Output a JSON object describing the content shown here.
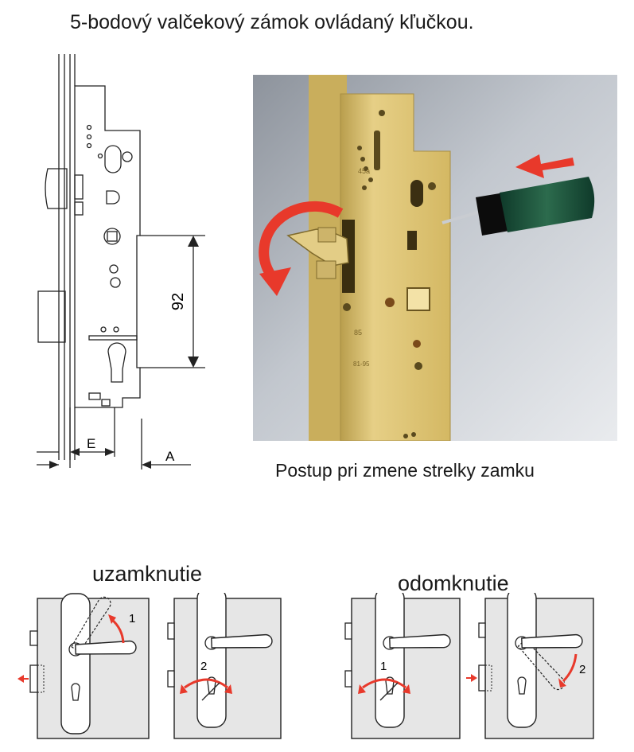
{
  "title": "5-bodový valčekový zámok ovládaný kľučkou.",
  "drawing": {
    "dim_92": "92",
    "dim_E": "E",
    "dim_A": "A"
  },
  "photo": {
    "caption": "Postup pri zmene strelky zamku",
    "mark_45": "45a",
    "mark_85": "85",
    "mark_8195": "81-95"
  },
  "lock": {
    "title": "uzamknutie",
    "step1": "1",
    "step2": "2"
  },
  "unlock": {
    "title": "odomknutie",
    "step1": "1",
    "step2": "2"
  },
  "colors": {
    "arrow_red": "#e8392b",
    "brass": "#d9bd6c",
    "panel_gray": "#e6e6e6",
    "photo_bg": "#b9bec6"
  }
}
